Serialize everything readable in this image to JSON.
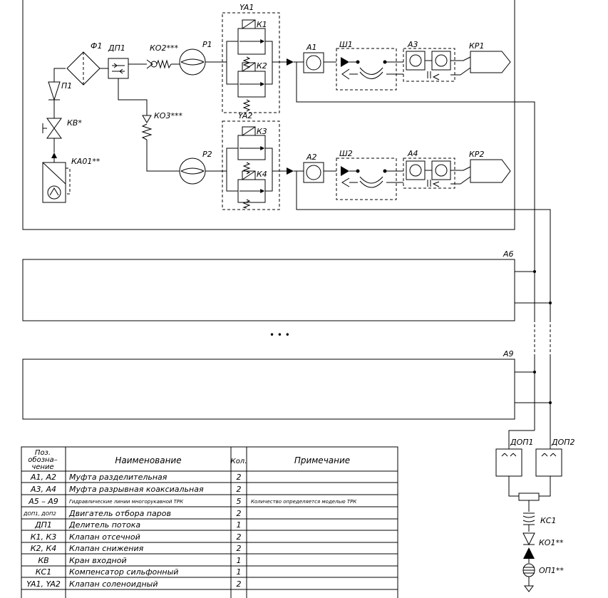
{
  "labels": {
    "f1": "Ф1",
    "dp1": "ДП1",
    "ko2": "КО2***",
    "p1": "Р1",
    "ya1": "YA1",
    "k1": "К1",
    "k2": "К2",
    "a1": "А1",
    "sh1": "Ш1",
    "a3": "А3",
    "kr1": "КР1",
    "p11": "П1",
    "kv": "КВ*",
    "ka01": "КА01**",
    "ko3": "КО3***",
    "ya2": "YA2",
    "k3": "К3",
    "k4": "К4",
    "p2": "Р2",
    "a2": "А2",
    "sh2": "Ш2",
    "a4": "А4",
    "kr2": "КР2",
    "a6": "А6",
    "a9": "А9",
    "ellipsis": "• • •",
    "dop1": "ДОП1",
    "dop2": "ДОП2",
    "kc1": "КС1",
    "ko1": "КО1**",
    "op1": "ОП1**"
  },
  "table": {
    "headers": {
      "pos": [
        "Поз.",
        "обозна–",
        "чение"
      ],
      "name": "Наименование",
      "qty": "Кол.",
      "note": "Примечание"
    },
    "rows": [
      {
        "pos": "А1,  А2",
        "name": "Муфта  разделительная",
        "qty": "2",
        "note": ""
      },
      {
        "pos": "А3,  А4",
        "name": "Муфта  разрывная  коаксиальная",
        "qty": "2",
        "note": ""
      },
      {
        "pos": "А5 – А9",
        "name": "Гидравлические линии многорукавной ТРК",
        "qty": "5",
        "note": "Количество определяется моделью ТРК"
      },
      {
        "pos": "ДОП1, ДОП2",
        "name": "Двигатель  отбора  паров",
        "qty": "2",
        "note": ""
      },
      {
        "pos": "ДП1",
        "name": "Делитель  потока",
        "qty": "1",
        "note": ""
      },
      {
        "pos": "К1,  К3",
        "name": "Клапан  отсечной",
        "qty": "2",
        "note": ""
      },
      {
        "pos": "К2,  К4",
        "name": "Клапан  снижения",
        "qty": "2",
        "note": ""
      },
      {
        "pos": "КВ",
        "name": "Кран  входной",
        "qty": "1",
        "note": ""
      },
      {
        "pos": "КС1",
        "name": "Компенсатор  сильфонный",
        "qty": "1",
        "note": ""
      },
      {
        "pos": "YA1,  YA2",
        "name": "Клапан  соленоидный",
        "qty": "2",
        "note": ""
      }
    ]
  }
}
